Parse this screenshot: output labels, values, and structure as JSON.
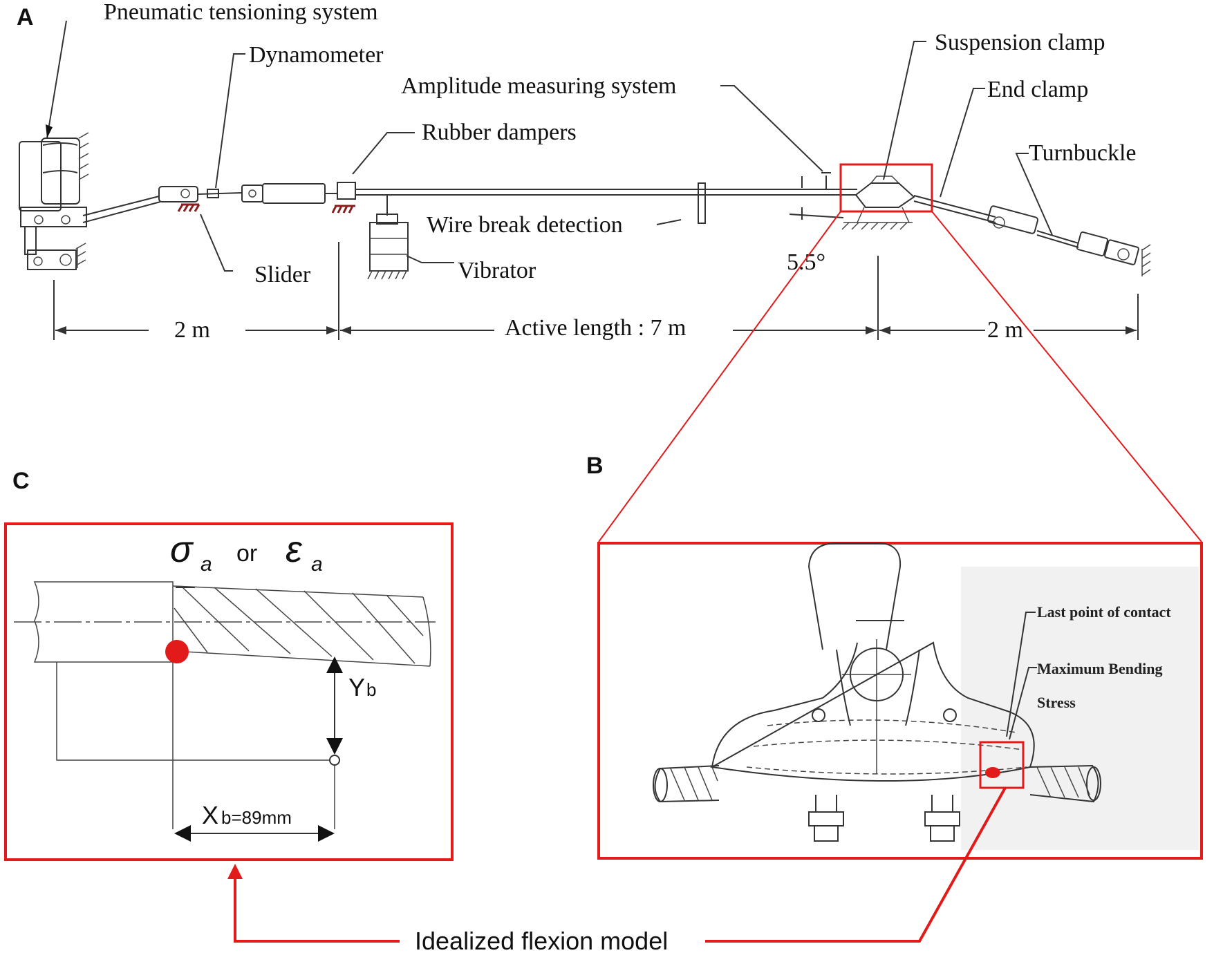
{
  "panels": {
    "a": "A",
    "b": "B",
    "c": "C"
  },
  "labels": {
    "pneumatic": "Pneumatic tensioning system",
    "dynamometer": "Dynamometer",
    "amplitude": "Amplitude measuring system",
    "rubber": "Rubber dampers",
    "suspension": "Suspension clamp",
    "end_clamp": "End clamp",
    "turnbuckle": "Turnbuckle",
    "wire_break": "Wire break detection",
    "vibrator": "Vibrator",
    "slider": "Slider",
    "angle": "5.5°",
    "dim_left": "2 m",
    "dim_active": "Active length : 7 m",
    "dim_right": "2 m"
  },
  "panel_b": {
    "last_point": "Last point of contact",
    "max_bending_1": "Maximum Bending",
    "max_bending_2": "Stress"
  },
  "panel_c": {
    "sigma": "σ",
    "sub_a1": "a",
    "or": "or",
    "epsilon": "ε",
    "sub_a2": "a",
    "yb": "Y",
    "yb_sub": "b",
    "xb": "X",
    "xb_sub": "b=89mm"
  },
  "caption": "Idealized flexion model",
  "colors": {
    "accent": "#e21a1a",
    "ink": "#333333"
  }
}
